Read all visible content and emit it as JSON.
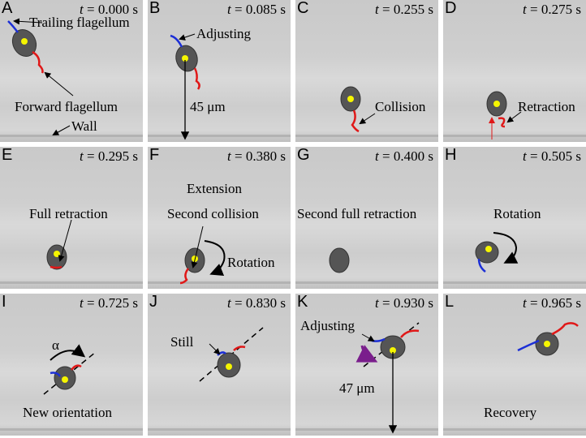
{
  "panels": [
    {
      "letter": "A",
      "time": "0.000 s",
      "labels": [
        "Trailing flagellum",
        "Forward flagellum",
        "Wall"
      ]
    },
    {
      "letter": "B",
      "time": "0.085 s",
      "labels": [
        "Adjusting",
        "45 μm"
      ]
    },
    {
      "letter": "C",
      "time": "0.255 s",
      "labels": [
        "Collision"
      ]
    },
    {
      "letter": "D",
      "time": "0.275 s",
      "labels": [
        "Retraction"
      ]
    },
    {
      "letter": "E",
      "time": "0.295 s",
      "labels": [
        "Full retraction"
      ]
    },
    {
      "letter": "F",
      "time": "0.380 s",
      "labels": [
        "Extension",
        "Second collision",
        "Rotation"
      ]
    },
    {
      "letter": "G",
      "time": "0.400 s",
      "labels": [
        "Second full retraction"
      ]
    },
    {
      "letter": "H",
      "time": "0.505 s",
      "labels": [
        "Rotation"
      ]
    },
    {
      "letter": "I",
      "time": "0.725 s",
      "labels": [
        "α",
        "New orientation"
      ]
    },
    {
      "letter": "J",
      "time": "0.830 s",
      "labels": [
        "Still"
      ]
    },
    {
      "letter": "K",
      "time": "0.930 s",
      "labels": [
        "Adjusting",
        "47 μm"
      ]
    },
    {
      "letter": "L",
      "time": "0.965 s",
      "labels": [
        "Recovery"
      ]
    }
  ],
  "time_prefix": "t = ",
  "colors": {
    "trailing_flagellum": "#1c2fd6",
    "forward_flagellum": "#e01818",
    "cell_center": "#f5f500",
    "rotation_arrow_k": "#7a1e8c"
  }
}
